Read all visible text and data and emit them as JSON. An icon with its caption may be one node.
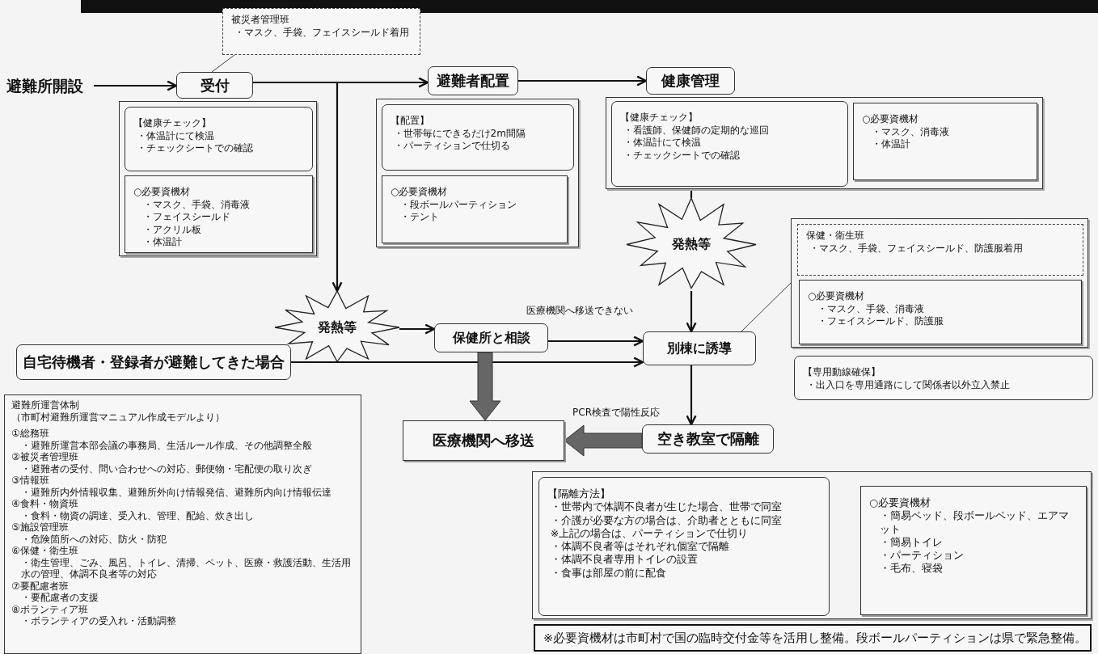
{
  "diagram": {
    "nodes": [
      {
        "text": [
          "避難所開設"
        ]
      },
      {
        "text": [
          "被災者管理班",
          "・マスク、手袋、フェイスシールド着用"
        ]
      },
      {
        "text": [
          "受付"
        ]
      },
      {
        "text": [],
        "shape": "box"
      },
      {
        "text": [
          "【健康チェック】",
          "・体温計にて検温",
          "・チェックシートでの確認"
        ],
        "in": 3
      },
      {
        "text": [
          "○必要資機材",
          "・マスク、手袋、消毒液",
          "・フェイスシールド",
          "・アクリル板",
          "・体温計"
        ],
        "in": 3
      },
      {
        "text": [
          "避難者配置"
        ]
      },
      {
        "text": [],
        "shape": "box"
      },
      {
        "text": [
          "【配置】",
          "・世帯毎にできるだけ2m間隔",
          "・パーティションで仕切る"
        ],
        "in": 7
      },
      {
        "text": [
          "○必要資機材",
          "・段ボールパーティション",
          "・テント"
        ],
        "in": 7
      },
      {
        "text": [
          "健康管理"
        ]
      },
      {
        "text": [],
        "shape": "box"
      },
      {
        "text": [
          "【健康チェック】",
          "・看護師、保健師の定期的な巡回",
          "・体温計にて検温",
          "・チェックシートでの確認"
        ],
        "in": 11
      },
      {
        "text": [
          "○必要資機材",
          "・マスク、消毒液",
          "・体温計"
        ],
        "in": 11
      },
      {
        "text": [
          "発熱等"
        ]
      },
      {
        "text": [
          "発熱等"
        ]
      },
      {
        "text": [],
        "shape": "box"
      },
      {
        "text": [
          "保健・衛生班",
          "・マスク、手袋、フェイスシールド、防護服着用"
        ],
        "in": 16
      },
      {
        "text": [
          "○必要資機材",
          "・マスク、手袋、消毒液",
          "・フェイスシールド、防護服"
        ],
        "in": 16
      },
      {
        "text": [
          "【専用動線確保】",
          "・出入口を専用通路にして関係者以外立入禁止"
        ]
      },
      {
        "text": [
          "自宅待機者・登録者が避難してきた場合"
        ]
      },
      {
        "text": [
          "保健所と相談"
        ]
      },
      {
        "text": [
          "別棟に誘導"
        ]
      },
      {
        "text": [
          "医療機関へ移送"
        ]
      },
      {
        "text": [
          "空き教室で隔離"
        ]
      },
      {
        "text": [],
        "shape": "box"
      },
      {
        "text": [
          "【隔離方法】",
          "・世帯内で体調不良者が生じた場合、世帯で同室",
          "・介護が必要な方の場合は、介助者とともに同室",
          "※上記の場合は、パーティションで仕切り",
          "・体調不良者等はそれぞれ個室で隔離",
          "・体調不良者専用トイレの設置",
          "・食事は部屋の前に配食"
        ],
        "in": 25
      },
      {
        "text": [
          "○必要資機材",
          "・簡易ベッド、段ボールベッド、エアマット",
          "・簡易トイレ",
          "・パーティション",
          "・毛布、寝袋"
        ],
        "in": 25
      },
      {
        "text": [
          "避難所運営体制",
          "（市町村避難所運営マニュアル作成モデルより）",
          "①総務班",
          "・避難所運営本部会議の事務局、生活ルール作成、その他調整全般",
          "②被災者管理班",
          "・避難者の受付、問い合わせへの対応、郵便物・宅配便の取り次ぎ",
          "③情報班",
          "・避難所内外情報収集、避難所外向け情報発信、避難所内向け情報伝達",
          "④食料・物資班",
          "・食料・物資の調達、受入れ、管理、配給、炊き出し",
          "⑤施設管理班",
          "・危険箇所への対応、防火・防犯",
          "⑥保健・衛生班",
          "・衛生管理、ごみ、風呂、トイレ、清掃、ペット、医療・救護活動、生活用水の管理、体調不良者等の対応",
          "⑦要配慮者班",
          "・要配慮者の支援",
          "⑧ボランティア班",
          "・ボランティアの受入れ・活動調整"
        ]
      },
      {
        "text": [
          "※必要資機材は市町村で国の臨時交付金等を活用し整備。段ボールパーティションは県で緊急整備。"
        ]
      }
    ],
    "edges": [
      {
        "from": 0,
        "to": 2,
        "arrow": "to"
      },
      {
        "from": 2,
        "to": 6,
        "arrow": "to"
      },
      {
        "from": 2,
        "to": 14,
        "arrow": "to"
      },
      {
        "from": 6,
        "to": 10,
        "arrow": "to"
      },
      {
        "from": 11,
        "to": 15,
        "arrow": "none"
      },
      {
        "from": 15,
        "to": 22,
        "arrow": "to"
      },
      {
        "from": 14,
        "to": 21,
        "arrow": "to"
      },
      {
        "from": 21,
        "to": 22,
        "arrow": "to",
        "label": "医療機関へ移送できない"
      },
      {
        "from": 20,
        "to": 22,
        "arrow": "to"
      },
      {
        "from": 21,
        "to": 23,
        "arrow": "to",
        "style": "thick",
        "color": "#666666"
      },
      {
        "from": 22,
        "to": 24,
        "arrow": "to"
      },
      {
        "from": 24,
        "to": 23,
        "arrow": "to",
        "style": "thick",
        "color": "#666666",
        "label": "PCR検査で陽性反応"
      },
      {
        "from": 1,
        "to": 2,
        "arrow": "none"
      },
      {
        "from": 22,
        "to": 16,
        "arrow": "none"
      }
    ]
  }
}
